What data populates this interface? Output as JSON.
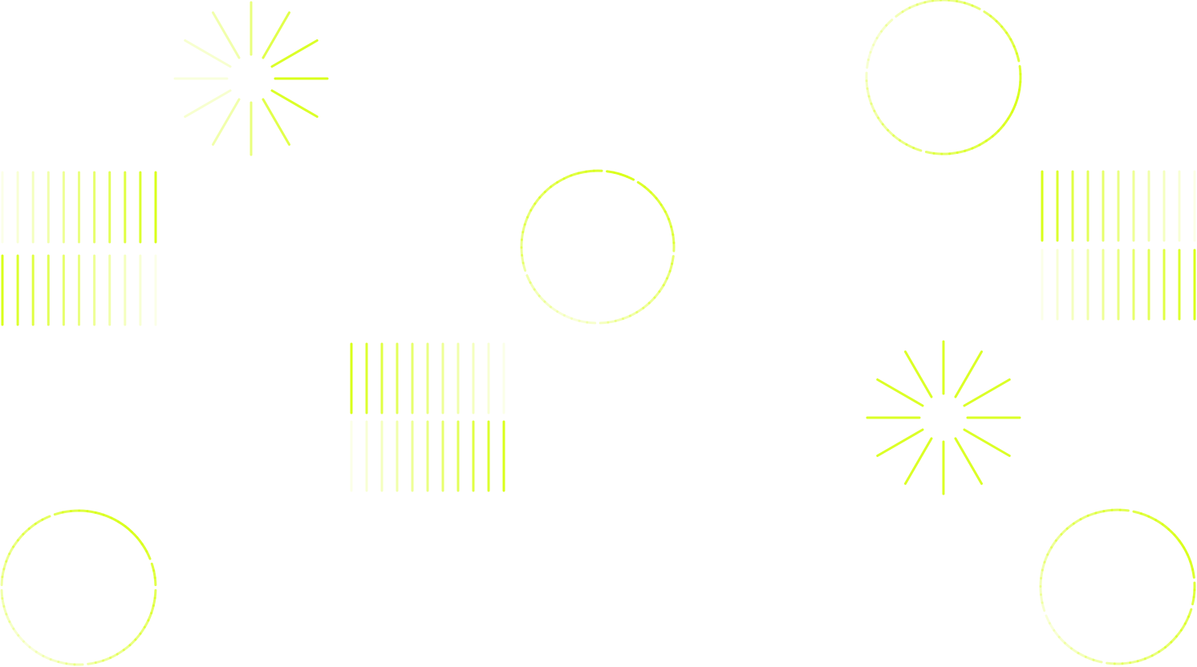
{
  "palette": {
    "background": "#ffffff",
    "accent": "#d9ff1a",
    "accent_faint": "#f4ffc2"
  },
  "motifs": [
    {
      "id": "starburst-1",
      "kind": "starburst-icon"
    },
    {
      "id": "starburst-2",
      "kind": "starburst-icon"
    },
    {
      "id": "ring-1",
      "kind": "dashed-ring-icon"
    },
    {
      "id": "ring-2",
      "kind": "dashed-ring-icon"
    },
    {
      "id": "ring-3",
      "kind": "dashed-ring-icon"
    },
    {
      "id": "ring-4",
      "kind": "dashed-ring-icon"
    },
    {
      "id": "stripes-1",
      "kind": "stripe-block-icon"
    },
    {
      "id": "stripes-2",
      "kind": "stripe-block-icon"
    },
    {
      "id": "stripes-3",
      "kind": "stripe-block-icon"
    }
  ]
}
